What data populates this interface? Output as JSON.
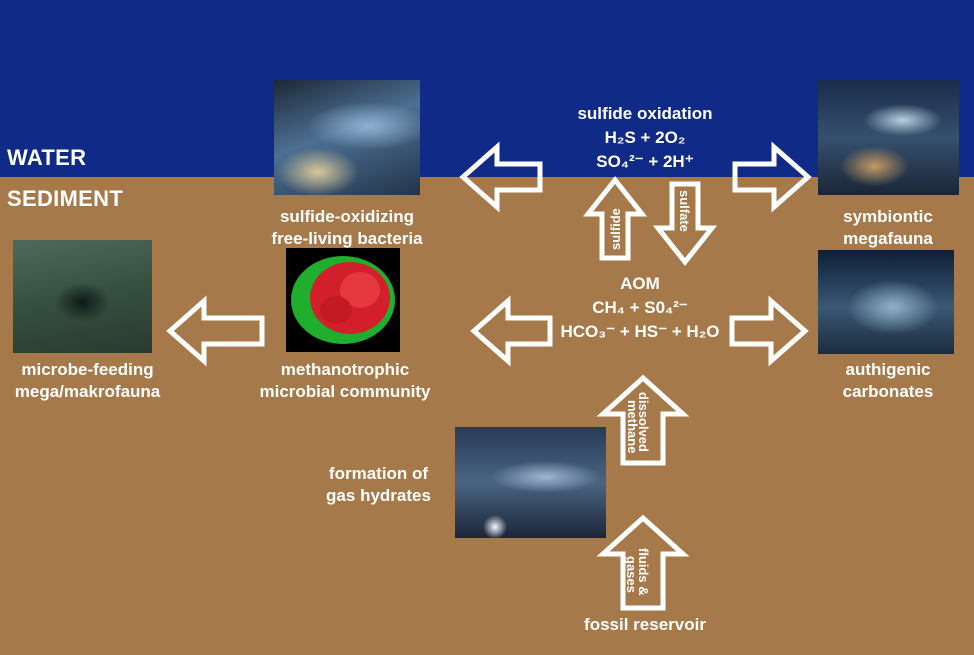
{
  "zones": {
    "water": "WATER",
    "sediment": "SEDIMENT"
  },
  "labels": {
    "sulfide_oxidizing_1": "sulfide-oxidizing",
    "sulfide_oxidizing_2": "free-living bacteria",
    "symbiontic_1": "symbiontic",
    "symbiontic_2": "megafauna",
    "microbe_feeding_1": "microbe-feeding",
    "microbe_feeding_2": "mega/makrofauna",
    "methanotrophic_1": "methanotrophic",
    "methanotrophic_2": "microbial community",
    "authigenic_1": "authigenic",
    "authigenic_2": "carbonates",
    "gas_hydrates_1": "formation of",
    "gas_hydrates_2": "gas hydrates",
    "fossil": "fossil reservoir"
  },
  "sulfide_oxidation": {
    "title": "sulfide oxidation",
    "line1": "H₂S + 2O₂",
    "line2": "SO₄²⁻ + 2H⁺"
  },
  "aom": {
    "title": "AOM",
    "line1": "CH₄ + S0₄²⁻",
    "line2": "HCO₃⁻ + HS⁻ + H₂O"
  },
  "arrow_labels": {
    "sulfide": "sulfide",
    "sulfate": "sulfate",
    "dissolved_1": "dissolved",
    "dissolved_2": "methane",
    "fluids_1": "fluids &",
    "fluids_2": "gases"
  },
  "colors": {
    "water": "#102a88",
    "sediment": "#a6794a",
    "arrow_outline": "#ffffff"
  }
}
